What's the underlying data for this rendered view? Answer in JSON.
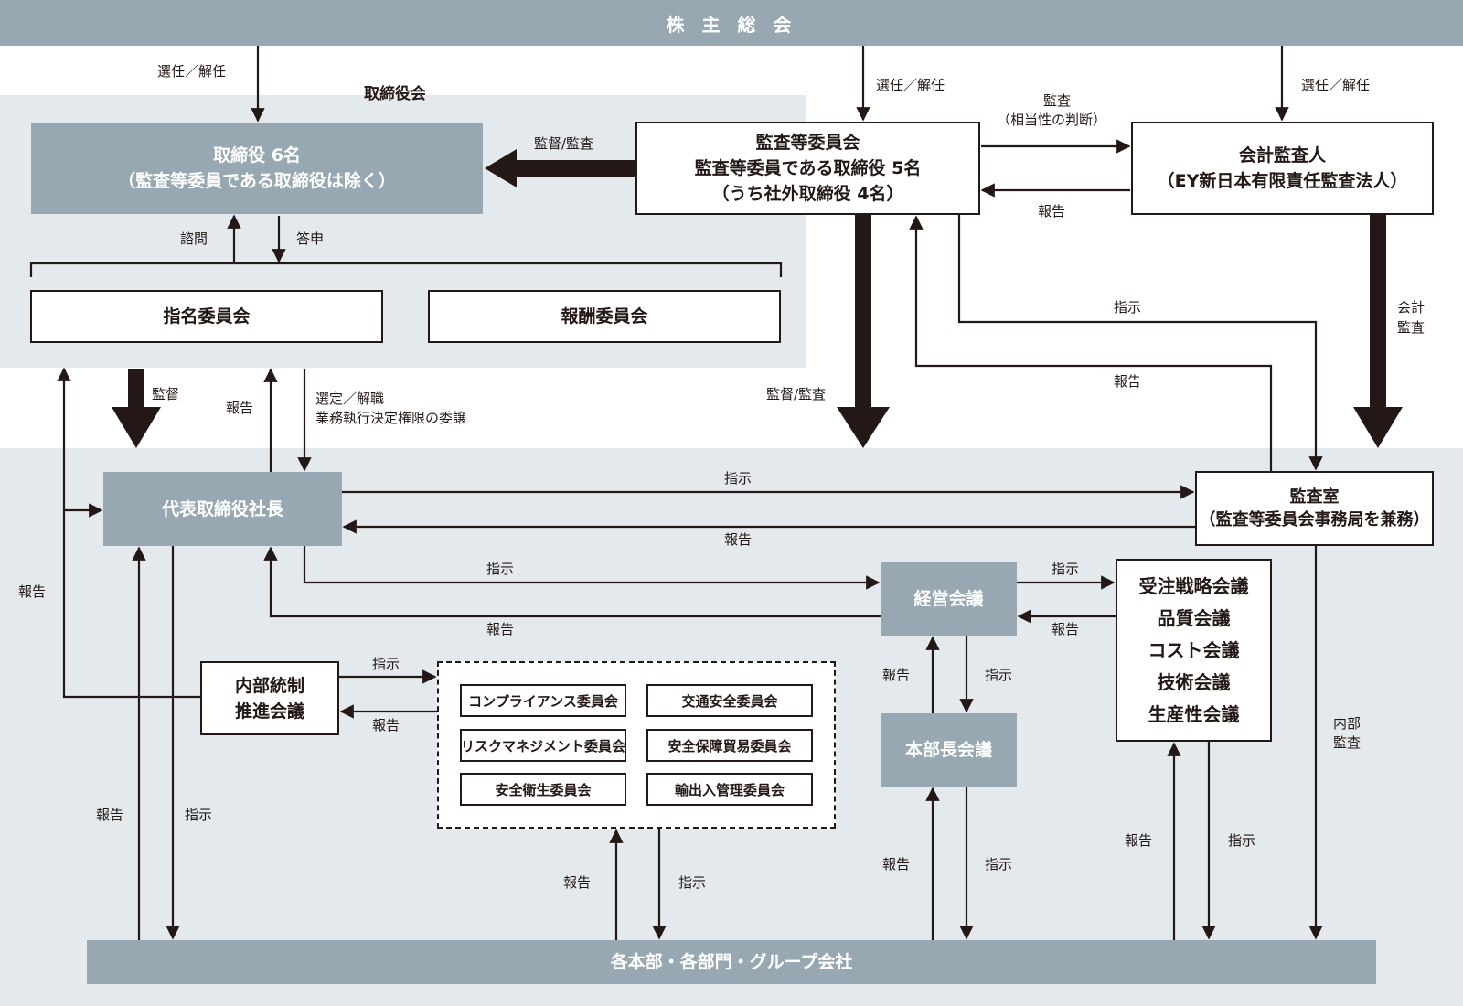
{
  "meeting": {
    "shareholders": "株 主 総 会"
  },
  "board": {
    "region_title": "取締役会",
    "directors_line1": "取締役 6名",
    "directors_line2": "（監査等委員である取締役は除く）",
    "nomination": "指名委員会",
    "remuneration": "報酬委員会"
  },
  "audit_committee": {
    "line1": "監査等委員会",
    "line2": "監査等委員である取締役 5名",
    "line3": "（うち社外取締役 4名）"
  },
  "auditor": {
    "line1": "会計監査人",
    "line2": "（EY新日本有限責任監査法人）"
  },
  "president": "代表取締役社長",
  "audit_office": {
    "line1": "監査室",
    "line2": "（監査等委員会事務局を兼務）"
  },
  "management_meeting": "経営会議",
  "division_heads_meeting": "本部長会議",
  "meetings_list": [
    "受注戦略会議",
    "品質会議",
    "コスト会議",
    "技術会議",
    "生産性会議"
  ],
  "internal_control": {
    "line1": "内部統制",
    "line2": "推進会議"
  },
  "committees": [
    "コンプライアンス委員会",
    "交通安全委員会",
    "リスクマネジメント委員会",
    "安全保障貿易委員会",
    "安全衛生委員会",
    "輸出入管理委員会"
  ],
  "bottom_bar": "各本部・各部門・グループ会社",
  "labels": {
    "elect_1": "選任／解任",
    "elect_2": "選任／解任",
    "elect_3": "選任／解任",
    "supervise_audit_1": "監督/監査",
    "audit_title": "監査",
    "audit_sub": "（相当性の判断）",
    "report_auditor": "報告",
    "consult": "諮問",
    "answer": "答申",
    "instruct_ac_office": "指示",
    "report_office_ac": "報告",
    "accounting_audit_1": "会計",
    "accounting_audit_2": "監査",
    "supervise": "監督",
    "report_to_board": "報告",
    "appoint_1": "選定／解職",
    "appoint_2": "業務執行決定権限の委譲",
    "supervise_audit_2": "監督/監査",
    "instruct_pres_office": "指示",
    "report_office_pres": "報告",
    "instruct_pres_mgmt": "指示",
    "report_mgmt_pres": "報告",
    "instruct_mgmt_list": "指示",
    "report_list_mgmt": "報告",
    "report_div_mgmt": "報告",
    "instruct_mgmt_div": "指示",
    "report_left": "報告",
    "instruct_ic_comm": "指示",
    "report_comm_ic": "報告",
    "internal_audit_1": "内部",
    "internal_audit_2": "監査",
    "report_bottom_pres": "報告",
    "instruct_pres_bottom": "指示",
    "report_bottom_comm": "報告",
    "instruct_comm_bottom": "指示",
    "report_bottom_div": "報告",
    "instruct_div_bottom": "指示",
    "report_bottom_list": "報告",
    "instruct_list_bottom": "指示"
  },
  "colors": {
    "gray_box": "#97a8b3",
    "region": "#e4e9ed",
    "line": "#231815"
  }
}
